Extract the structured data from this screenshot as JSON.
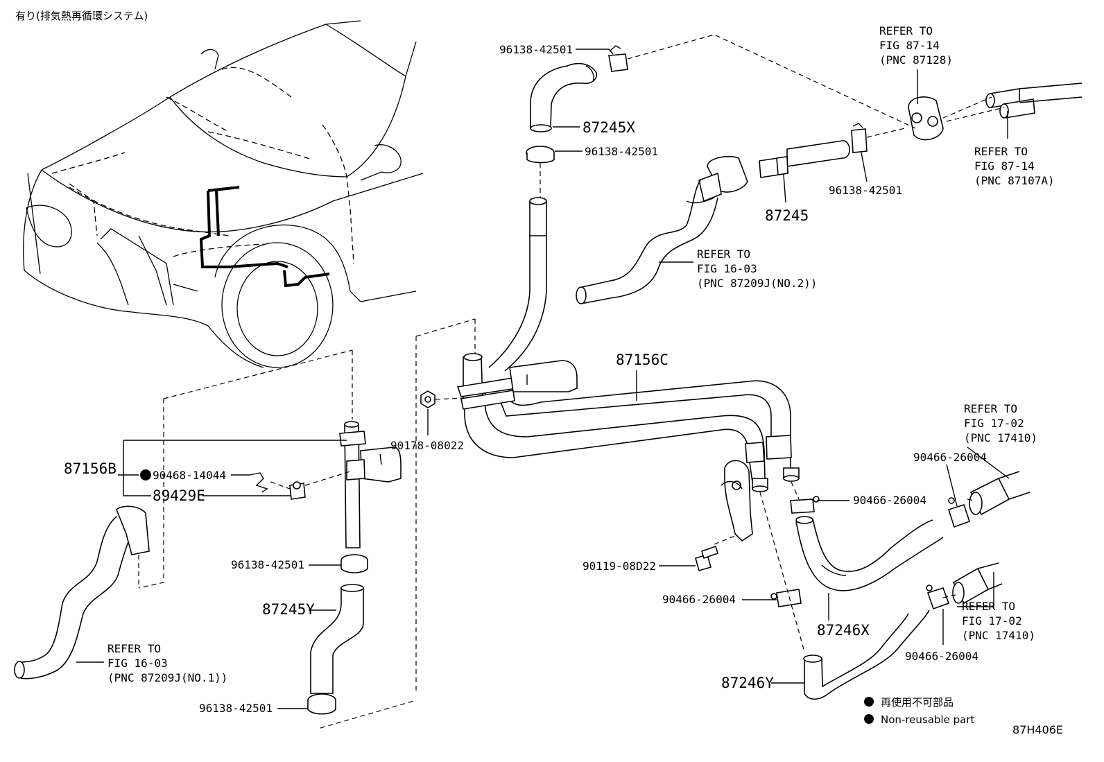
{
  "header": {
    "title": "有り(排気熱再循環システム)"
  },
  "labels": {
    "clamp_top": "96138-42501",
    "hose_87245x": "87245X",
    "clamp_87245x_lower": "96138-42501",
    "refer_87128_l1": "REFER TO",
    "refer_87128_l2": "FIG 87-14",
    "refer_87128_l3": "(PNC 87128)",
    "refer_87107a_l1": "REFER TO",
    "refer_87107a_l2": "FIG 87-14",
    "refer_87107a_l3": "(PNC 87107A)",
    "clamp_right_upper": "96138-42501",
    "hose_87245": "87245",
    "refer_87209j2_l1": "REFER TO",
    "refer_87209j2_l2": "FIG 16-03",
    "refer_87209j2_l3": "(PNC 87209J(NO.2))",
    "pipe_87156c": "87156C",
    "nut_90178": "90178-08022",
    "pipe_87156b": "87156B",
    "clip_90468": "90468-14044",
    "sensor_89429e": "89429E",
    "clamp_mid_left": "96138-42501",
    "hose_87245y": "87245Y",
    "clamp_bottom_left": "96138-42501",
    "refer_87209j1_l1": "REFER TO",
    "refer_87209j1_l2": "FIG 16-03",
    "refer_87209j1_l3": "(PNC 87209J(NO.1))",
    "refer_17410a_l1": "REFER TO",
    "refer_17410a_l2": "FIG 17-02",
    "refer_17410a_l3": "(PNC 17410)",
    "clamp_90466_a": "90466-26004",
    "clamp_90466_b": "90466-26004",
    "bolt_90119": "90119-08D22",
    "clamp_90466_c": "90466-26004",
    "hose_87246x": "87246X",
    "refer_17410b_l1": "REFER TO",
    "refer_17410b_l2": "FIG 17-02",
    "refer_17410b_l3": "(PNC 17410)",
    "clamp_90466_d": "90466-26004",
    "hose_87246y": "87246Y"
  },
  "legend": {
    "non_reusable_jp": "再使用不可部品",
    "non_reusable_en": "Non-reusable part"
  },
  "figure_code": "87H406E"
}
